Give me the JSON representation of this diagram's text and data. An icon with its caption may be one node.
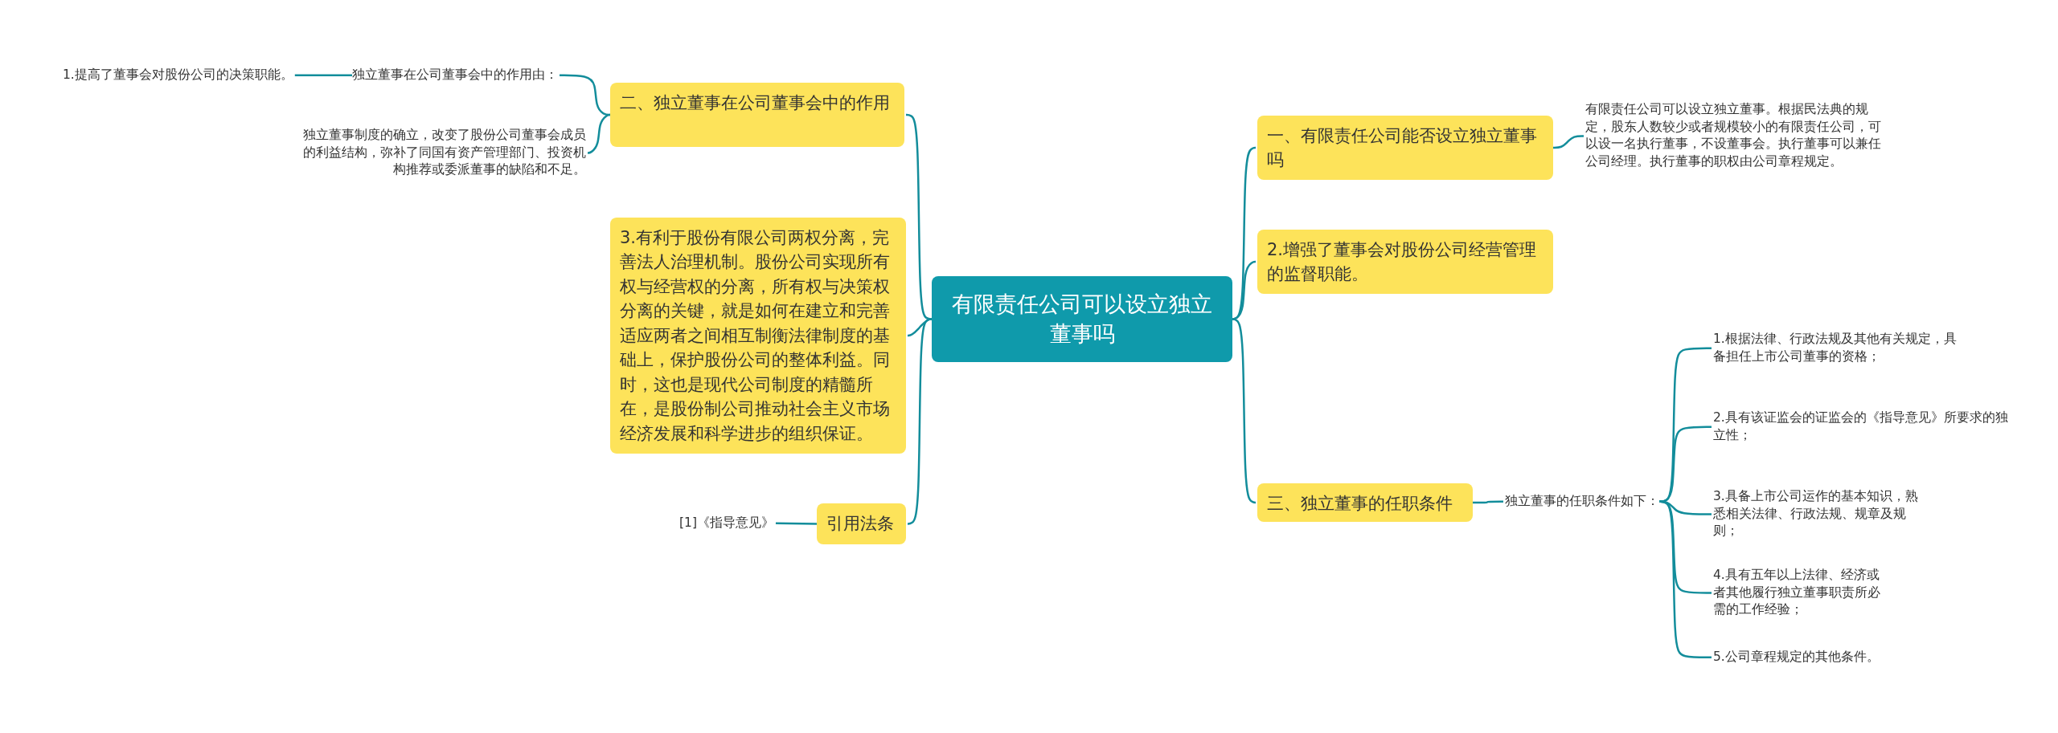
{
  "diagram": {
    "nodes": [
      {
        "text": [
          "有限责任公司可以设立独立董事吗"
        ]
      },
      {
        "text": [
          "一、有限责任公司能否设立独立董事吗"
        ]
      },
      {
        "text": [
          "有限责任公司可以设立独立董事。根据民法典的规定，股东人数较少或者规模较小的有限责任公司，可以设一名执行董事，不设董事会。执行董事可以兼任公司经理。执行董事的职权由公司章程规定。"
        ]
      },
      {
        "text": [
          "2.增强了董事会对股份公司经营管理的监督职能。"
        ]
      },
      {
        "text": [
          "三、独立董事的任职条件"
        ]
      },
      {
        "text": [
          "独立董事的任职条件如下："
        ]
      },
      {
        "text": [
          "1.根据法律、行政法规及其他有关规定，具备担任上市公司董事的资格；"
        ]
      },
      {
        "text": [
          "2.具有该证监会的证监会的《指导意见》所要求的独立性；"
        ]
      },
      {
        "text": [
          "3.具备上市公司运作的基本知识，熟悉相关法律、行政法规、规章及规则；"
        ]
      },
      {
        "text": [
          "4.具有五年以上法律、经济或者其他履行独立董事职责所必需的工作经验；"
        ]
      },
      {
        "text": [
          "5.公司章程规定的其他条件。"
        ]
      },
      {
        "text": [
          "二、独立董事在公司董事会中的作用"
        ]
      },
      {
        "text": [
          "独立董事在公司董事会中的作用由："
        ]
      },
      {
        "text": [
          "1.提高了董事会对股份公司的决策职能。"
        ]
      },
      {
        "text": [
          "独立董事制度的确立，改变了股份公司董事会成员的利益结构，弥补了同国有资产管理部门、投资机构推荐或委派董事的缺陷和不足。"
        ]
      },
      {
        "text": [
          "3.有利于股份有限公司两权分离，完善法人治理机制。股份公司实现所有权与经营权的分离，所有权与决策权分离的关键，就是如何在建立和完善适应两者之间相互制衡法律制度的基础上，保护股份公司的整体利益。同时，这也是现代公司制度的精髓所在，是股份制公司推动社会主义市场经济发展和科学进步的组织保证。"
        ]
      },
      {
        "text": [
          "引用法条"
        ]
      },
      {
        "text": [
          "[1]《指导意见》"
        ]
      }
    ],
    "edges": [
      {
        "from": 0,
        "to": 1,
        "arrow": "none"
      },
      {
        "from": 1,
        "to": 2,
        "arrow": "none"
      },
      {
        "from": 0,
        "to": 3,
        "arrow": "none"
      },
      {
        "from": 0,
        "to": 4,
        "arrow": "none"
      },
      {
        "from": 4,
        "to": 5,
        "arrow": "none"
      },
      {
        "from": 5,
        "to": 6,
        "arrow": "none"
      },
      {
        "from": 5,
        "to": 7,
        "arrow": "none"
      },
      {
        "from": 5,
        "to": 8,
        "arrow": "none"
      },
      {
        "from": 5,
        "to": 9,
        "arrow": "none"
      },
      {
        "from": 5,
        "to": 10,
        "arrow": "none"
      },
      {
        "from": 0,
        "to": 11,
        "arrow": "none"
      },
      {
        "from": 11,
        "to": 12,
        "arrow": "none"
      },
      {
        "from": 12,
        "to": 13,
        "arrow": "none"
      },
      {
        "from": 11,
        "to": 14,
        "arrow": "none"
      },
      {
        "from": 0,
        "to": 15,
        "arrow": "none"
      },
      {
        "from": 0,
        "to": 16,
        "arrow": "none"
      },
      {
        "from": 16,
        "to": 17,
        "arrow": "none"
      }
    ]
  }
}
